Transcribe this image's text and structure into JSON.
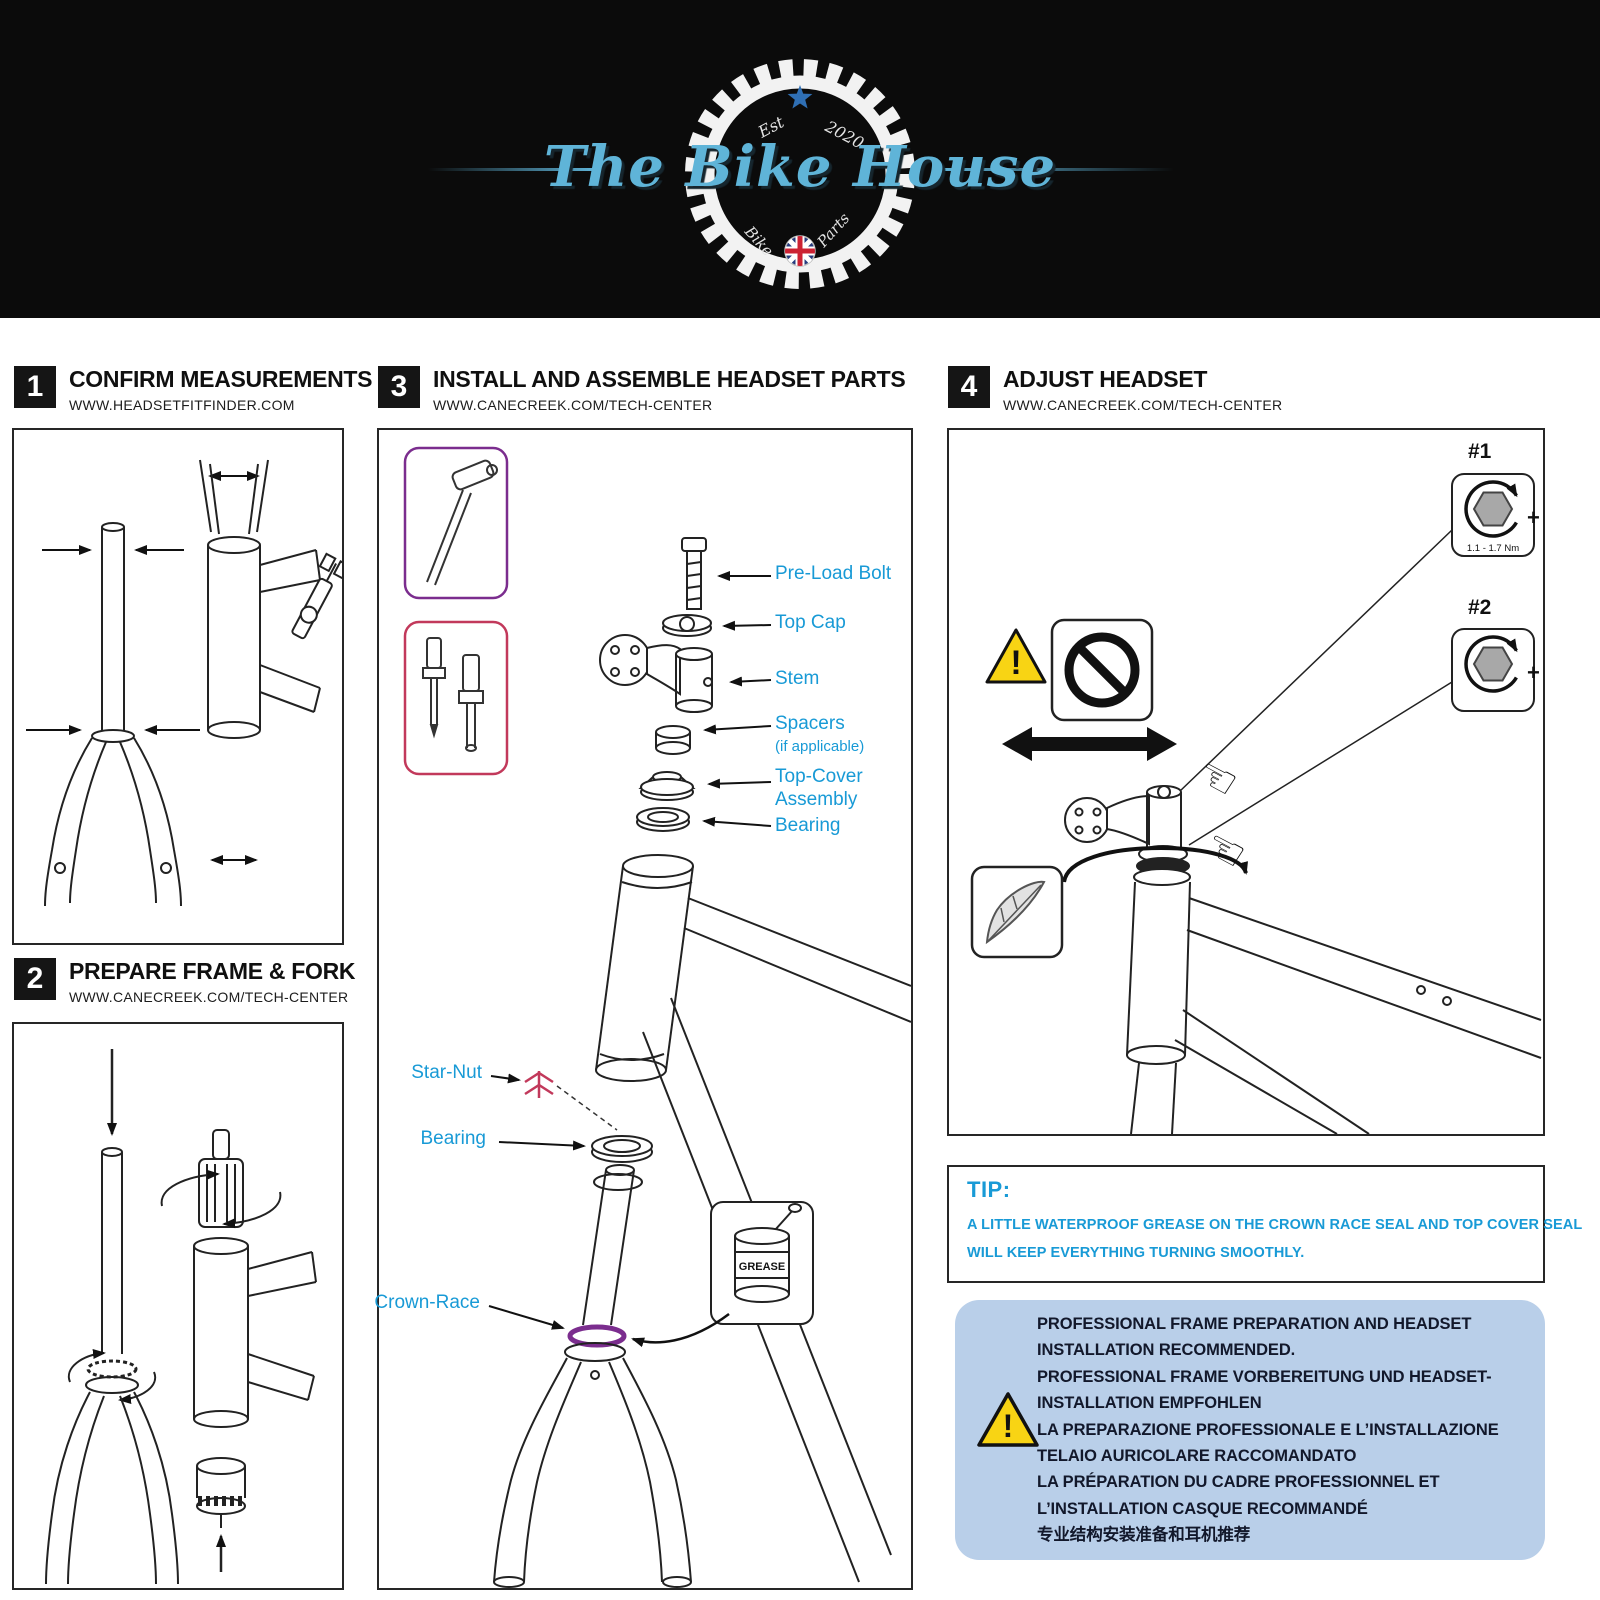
{
  "colors": {
    "accent_blue": "#189ad6",
    "logo_blue": "#5fb4d8",
    "notice_bg": "#b9cfe9",
    "warning_yellow": "#f8d414",
    "star_nut_pink": "#c2395b",
    "crown_race_purple": "#7b2d8e"
  },
  "logo": {
    "title": "The Bike House",
    "est": "Est",
    "year": "2020",
    "bike": "Bike",
    "parts": "Parts"
  },
  "sections": {
    "s1": {
      "num": "1",
      "title": "CONFIRM MEASUREMENTS",
      "url": "WWW.HEADSETFITFINDER.COM"
    },
    "s2": {
      "num": "2",
      "title": "PREPARE FRAME & FORK",
      "url": "WWW.CANECREEK.COM/TECH-CENTER"
    },
    "s3": {
      "num": "3",
      "title": "INSTALL AND ASSEMBLE HEADSET PARTS",
      "url": "WWW.CANECREEK.COM/TECH-CENTER"
    },
    "s4": {
      "num": "4",
      "title": "ADJUST HEADSET",
      "url": "WWW.CANECREEK.COM/TECH-CENTER"
    }
  },
  "parts": {
    "preload_bolt": "Pre-Load Bolt",
    "top_cap": "Top Cap",
    "stem": "Stem",
    "spacers": "Spacers",
    "spacers_note": "(if applicable)",
    "top_cover": "Top-Cover",
    "top_cover2": "Assembly",
    "bearing_upper": "Bearing",
    "star_nut": "Star-Nut",
    "bearing_lower": "Bearing",
    "crown_race": "Crown-Race",
    "grease": "GREASE"
  },
  "adjust": {
    "tool1": "#1",
    "tool2": "#2",
    "torque": "1.1 - 1.7 Nm",
    "plus": "+",
    "warning_mark": "!"
  },
  "tip": {
    "title": "TIP:",
    "line1": "A LITTLE WATERPROOF GREASE ON THE CROWN RACE SEAL AND TOP COVER SEAL",
    "line2": "WILL KEEP EVERYTHING TURNING SMOOTHLY."
  },
  "notice": {
    "lines": [
      "PROFESSIONAL FRAME PREPARATION AND HEADSET",
      "INSTALLATION RECOMMENDED.",
      "PROFESSIONAL FRAME VORBEREITUNG UND HEADSET-",
      "INSTALLATION EMPFOHLEN",
      "LA PREPARAZIONE PROFESSIONALE E L’INSTALLAZIONE",
      "TELAIO AURICOLARE RACCOMANDATO",
      "LA PRÉPARATION DU CADRE PROFESSIONNEL ET",
      "L’INSTALLATION CASQUE RECOMMANDÉ",
      "专业结构安装准备和耳机推荐"
    ]
  }
}
